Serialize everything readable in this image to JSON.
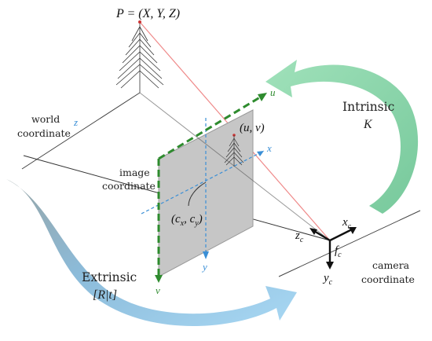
{
  "diagram": {
    "point_label": "P = (X, Y, Z)",
    "world_label": [
      "world",
      "coordinate"
    ],
    "world_axis_z": "z",
    "image_label": [
      "image",
      "coordinate"
    ],
    "image_axes": {
      "u": "u",
      "v": "v",
      "x": "x",
      "y": "y"
    },
    "projected_point": "(u, v)",
    "principal_point": "(cₓ, cᵧ)",
    "principal_point_parts": {
      "open": "(c",
      "sub1": "x",
      "mid": ", c",
      "sub2": "y",
      "close": ")"
    },
    "camera_label": [
      "camera",
      "coordinate"
    ],
    "camera_axes": {
      "x": "x",
      "x_sub": "c",
      "y": "y",
      "y_sub": "c",
      "z": "z",
      "z_sub": "c",
      "f": "f",
      "f_sub": "c"
    },
    "intrinsic": {
      "title": "Intrinsic",
      "symbol": "K"
    },
    "extrinsic": {
      "title": "Extrinsic",
      "symbol": "[R|t]"
    }
  },
  "colors": {
    "intrinsic_arrow": "#7fcf9a",
    "extrinsic_arrow": "#7ab8de",
    "image_plane": "#c9c9c9",
    "green_axes": "#2e8b2e",
    "blue_axes": "#3a8fd6",
    "projection_ray": "#e88080"
  }
}
